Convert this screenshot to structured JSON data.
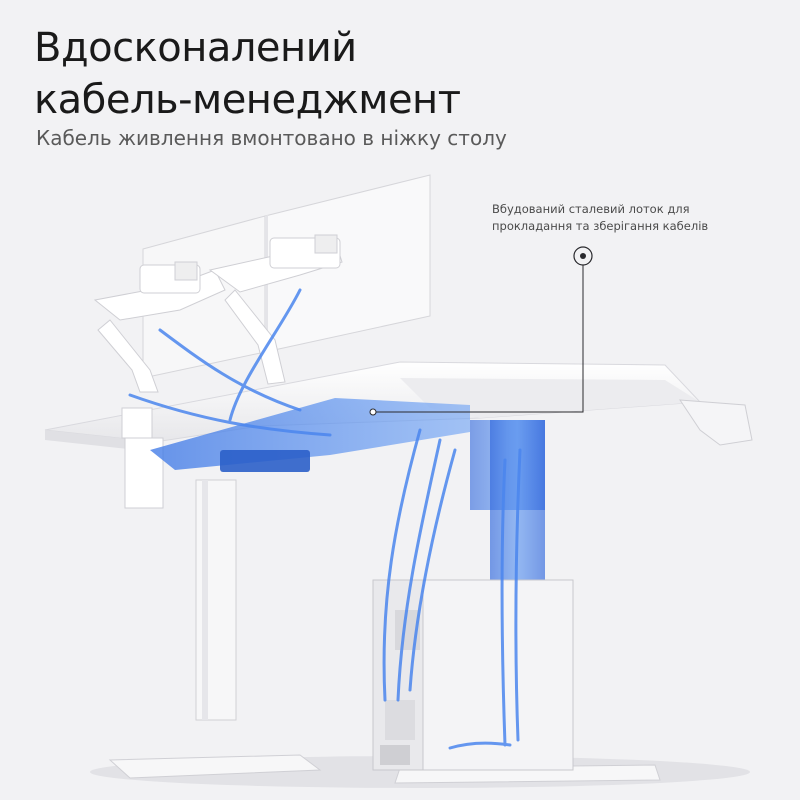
{
  "headline": {
    "line1": "Вдосконалений",
    "line2": "кабель-менеджмент"
  },
  "subtitle": "Кабель живлення вмонтовано в ніжку столу",
  "callout": {
    "line1": "Вбудований сталевий лоток для",
    "line2": "прокладання та зберігання кабелів"
  },
  "colors": {
    "background": "#f2f2f4",
    "cable_highlight": "#3a78e8",
    "leg_highlight": "#2f6fe6",
    "desk_white": "#fbfbfc"
  },
  "icons": [
    "callout-marker-icon"
  ]
}
